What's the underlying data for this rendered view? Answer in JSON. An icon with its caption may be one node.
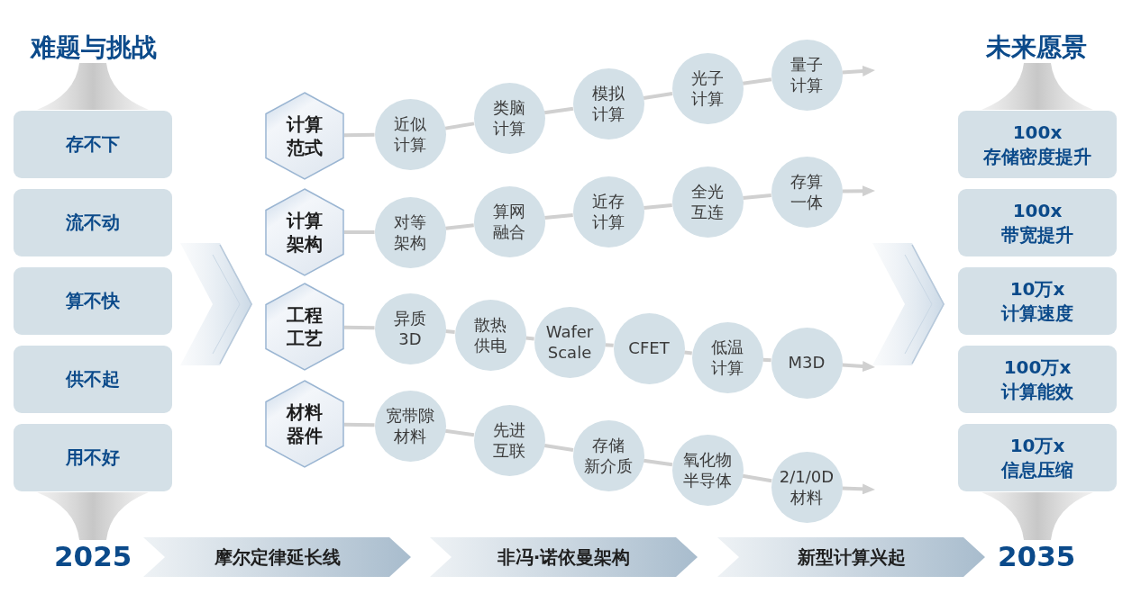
{
  "diagram": {
    "nodes": [
      {
        "text": [
          "存不下"
        ]
      },
      {
        "text": [
          "流不动"
        ]
      },
      {
        "text": [
          "算不快"
        ]
      },
      {
        "text": [
          "供不起"
        ]
      },
      {
        "text": [
          "用不好"
        ]
      },
      {
        "text": [
          "计算范式"
        ]
      },
      {
        "text": [
          "近似计算"
        ]
      },
      {
        "text": [
          "类脑计算"
        ]
      },
      {
        "text": [
          "模拟计算"
        ]
      },
      {
        "text": [
          "光子计算"
        ]
      },
      {
        "text": [
          "量子计算"
        ]
      },
      {
        "text": [
          "计算架构"
        ]
      },
      {
        "text": [
          "对等架构"
        ]
      },
      {
        "text": [
          "算网融合"
        ]
      },
      {
        "text": [
          "近存计算"
        ]
      },
      {
        "text": [
          "全光互连"
        ]
      },
      {
        "text": [
          "存算一体"
        ]
      },
      {
        "text": [
          "工程工艺"
        ]
      },
      {
        "text": [
          "异质3D"
        ]
      },
      {
        "text": [
          "散热供电"
        ]
      },
      {
        "text": [
          "Wafer Scale"
        ]
      },
      {
        "text": [
          "CFET"
        ]
      },
      {
        "text": [
          "低温计算"
        ]
      },
      {
        "text": [
          "M3D"
        ]
      },
      {
        "text": [
          "材料器件"
        ]
      },
      {
        "text": [
          "宽带隙材料"
        ]
      },
      {
        "text": [
          "先进互联"
        ]
      },
      {
        "text": [
          "存储新介质"
        ]
      },
      {
        "text": [
          "氧化物半导体"
        ]
      },
      {
        "text": [
          "2/1/0D材料"
        ]
      },
      {
        "text": [
          "100x",
          "存储密度提升"
        ]
      },
      {
        "text": [
          "100x",
          "带宽提升"
        ]
      },
      {
        "text": [
          "10万x",
          "计算速度"
        ]
      },
      {
        "text": [
          "100万x",
          "计算能效"
        ]
      },
      {
        "text": [
          "10万x",
          "信息压缩"
        ]
      },
      {
        "text": [
          "摩尔定律延长线"
        ]
      },
      {
        "text": [
          "非冯·诺依曼架构"
        ]
      },
      {
        "text": [
          "新型计算兴起"
        ]
      }
    ],
    "edges": [
      {
        "from": 5,
        "to": 6,
        "arrow": "none"
      },
      {
        "from": 6,
        "to": 7,
        "arrow": "none"
      },
      {
        "from": 7,
        "to": 8,
        "arrow": "none"
      },
      {
        "from": 8,
        "to": 9,
        "arrow": "none"
      },
      {
        "from": 9,
        "to": 10,
        "arrow": "none"
      },
      {
        "from": 10,
        "to": null,
        "arrow": "to"
      },
      {
        "from": 11,
        "to": 12,
        "arrow": "none"
      },
      {
        "from": 12,
        "to": 13,
        "arrow": "none"
      },
      {
        "from": 13,
        "to": 14,
        "arrow": "none"
      },
      {
        "from": 14,
        "to": 15,
        "arrow": "none"
      },
      {
        "from": 15,
        "to": 16,
        "arrow": "none"
      },
      {
        "from": 16,
        "to": null,
        "arrow": "to"
      },
      {
        "from": 17,
        "to": 18,
        "arrow": "none"
      },
      {
        "from": 18,
        "to": 19,
        "arrow": "none"
      },
      {
        "from": 19,
        "to": 20,
        "arrow": "none"
      },
      {
        "from": 20,
        "to": 21,
        "arrow": "none"
      },
      {
        "from": 21,
        "to": 22,
        "arrow": "none"
      },
      {
        "from": 22,
        "to": 23,
        "arrow": "none"
      },
      {
        "from": 23,
        "to": null,
        "arrow": "to"
      },
      {
        "from": 24,
        "to": 25,
        "arrow": "none"
      },
      {
        "from": 25,
        "to": 26,
        "arrow": "none"
      },
      {
        "from": 26,
        "to": 27,
        "arrow": "none"
      },
      {
        "from": 27,
        "to": 28,
        "arrow": "none"
      },
      {
        "from": 28,
        "to": 29,
        "arrow": "none"
      },
      {
        "from": 29,
        "to": null,
        "arrow": "to"
      }
    ],
    "labels": [
      "难题与挑战",
      "未来愿景",
      "2025",
      "2035"
    ]
  }
}
